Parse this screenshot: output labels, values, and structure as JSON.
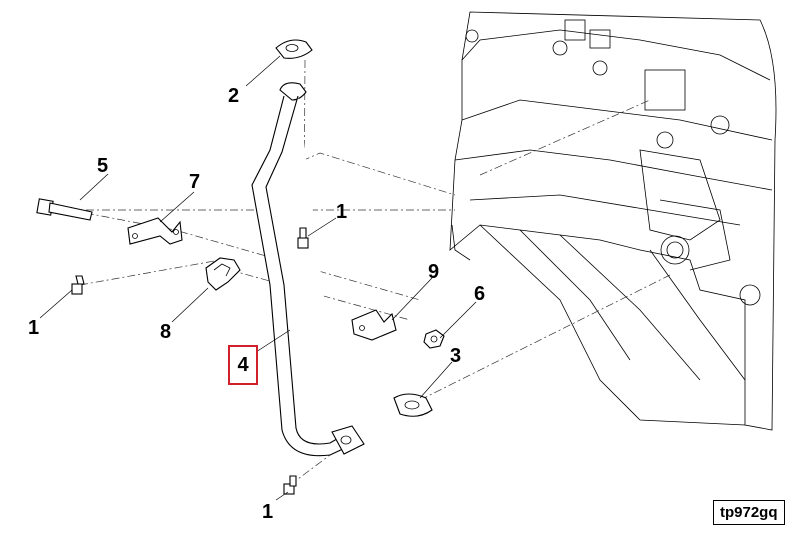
{
  "figure_id": "tp972gq",
  "callouts": {
    "c1_top": "1",
    "c1_left": "1",
    "c1_bottom": "1",
    "c2": "2",
    "c3": "3",
    "c4": "4",
    "c5": "5",
    "c6": "6",
    "c7": "7",
    "c8": "8",
    "c9": "9"
  },
  "highlight_color": "#d0202a"
}
